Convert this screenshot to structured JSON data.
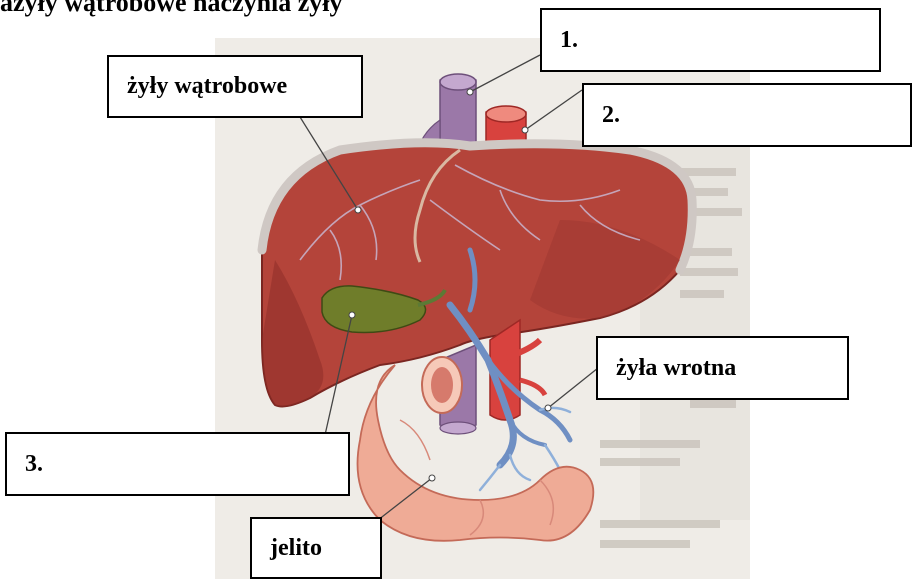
{
  "header_fragment": "ażyły wątrobowe naczynia żyły",
  "labels": {
    "box1": "1.",
    "box2": "2.",
    "box3": "3.",
    "hepatic_veins": "żyły wątrobowe",
    "portal_vein": "żyła wrotna",
    "intestine": "jelito"
  },
  "colors": {
    "liver": "#b4443a",
    "liver_dark": "#8e2e28",
    "capsule": "#c9c3bf",
    "vena_cava": "#9b78a8",
    "aorta": "#d8423e",
    "gallbladder": "#6f7d2a",
    "portal": "#6f8fc3",
    "intestine": "#efab96",
    "background_page": "#eeebe6"
  }
}
